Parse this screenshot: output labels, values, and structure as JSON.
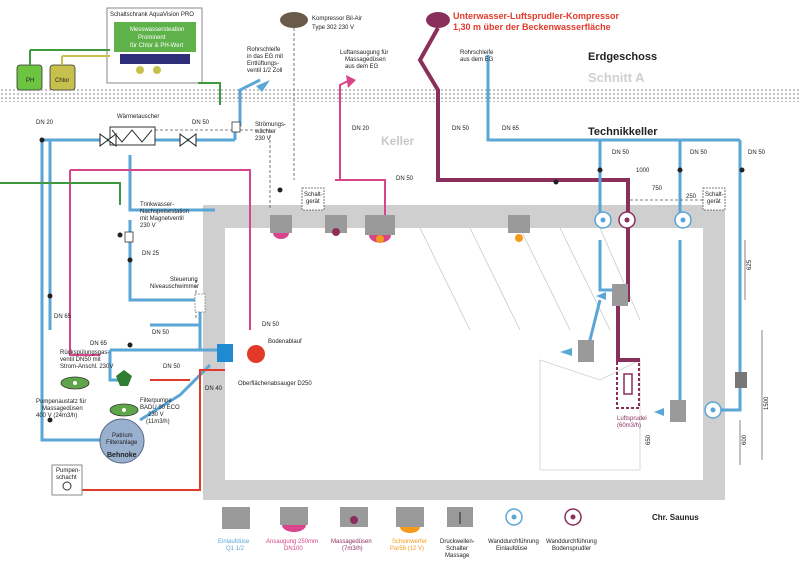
{
  "colors": {
    "blue": "#5aa6d6",
    "purple": "#8a2e5c",
    "pink": "#d8458a",
    "red": "#e23a2a",
    "green": "#3f9a3f",
    "olive": "#c8c04c",
    "orange": "#f59a1b",
    "basin": "#cfcfcf",
    "pump_grey": "#9a9a9a"
  },
  "header": {
    "cabinet_title": "Schaltschrank AquaVision PRO",
    "measurement_title": "Messwassersteation",
    "measurement_l2": "Prominent",
    "measurement_l3": "für Chlor & PH-Wert",
    "tank_ph": "PH",
    "tank_chlor": "Chlor",
    "compressor_label": "Kompressor Bil-Air",
    "compressor_type": "Type 302  230 V",
    "uw_title": "Unterwasser-Luftsprudler-Kompressor",
    "uw_subtitle": "1,30 m über der Beckenwasserfläche",
    "rs_eg_1": "Rohrschleife",
    "rs_eg_2": "in das EG mit",
    "rs_eg_3": "Entlüftungs-",
    "rs_eg_4": "ventil 1/2 Zoll",
    "intake_1": "Luftansaugung für",
    "intake_2": "Massagedüsen",
    "intake_3": "aus dem EG",
    "rs2_1": "Rohrschleife",
    "rs2_2": "aus dem EG",
    "erdgeschoss": "Erdgeschoss",
    "schnitt": "Schnitt A",
    "keller": "Keller",
    "technikkeller": "Technikkeller"
  },
  "labels": {
    "dn20_left": "DN 20",
    "waermetauscher": "Wärmetauscher",
    "dn50_a": "DN 50",
    "stroemung_1": "Strömungs-",
    "stroemung_2": "wächter",
    "stroemung_3": "230 V",
    "dn20_mid": "DN 20",
    "dn50_b": "DN 50",
    "dn65_top": "DN 65",
    "dn50_c": "DN 50",
    "dn50_d": "DN 50",
    "dn50_e": "DN 50",
    "dim_1000": "1000",
    "dim_750": "750",
    "dim_250": "250",
    "schalt_1": "Schalt-",
    "schalt_2": "gerät",
    "schalt_r1": "Schalt-",
    "schalt_r2": "gerät",
    "trink_1": "Trinkwasser-",
    "trink_2": "Nachspeisestation",
    "trink_3": "mit Magnetventil",
    "trink_4": "230 V",
    "dn25": "DN 25",
    "steuer_1": "Steuerung",
    "steuer_2": "Niveauschwimmer",
    "dn65_left": "DN 65",
    "dn50_f": "DN 50",
    "dn65_g": "DN 65",
    "rueck_1": "Rückspülungsgas-",
    "rueck_2": "ventil DN50 mit",
    "rueck_3": "Strom-Anschl. 230V",
    "dn50_h": "DN 50",
    "dn50_j": "DN 50",
    "dn40": "DN 40",
    "bodenablauf": "Bodenablauf",
    "oberflaeche": "Oberflächenabsauger D250",
    "filter_1": "Filterpumpe",
    "filter_2": "BADU 90 ECO",
    "filter_3": "230 V",
    "filter_4": "(11m3/h)",
    "pumpe_1": "Pumpenaustatz für",
    "pumpe_2": "Massagedüsen",
    "pumpe_3": "400 V (24m3/h)",
    "filteranlage_1": "Patrium",
    "filteranlage_2": "Filteranlage",
    "behnoke": "Behnoke",
    "schacht_1": "Pumpen-",
    "schacht_2": "schacht",
    "dim_625": "625",
    "dim_1500": "1500",
    "dim_650": "650",
    "dim_600": "600",
    "luftsprudel_1": "Luftsprudel",
    "luftsprudel_2": "(60m3/h)"
  },
  "legend": {
    "items": [
      {
        "l1": "Einlaufdüse",
        "l2": "Q1 1/2",
        "color": "#5aa6d6"
      },
      {
        "l1": "Ansaugung 250mm",
        "l2": "DN100",
        "color": "#d8458a"
      },
      {
        "l1": "Massagedüsen",
        "l2": "(7m3/h)",
        "color": "#8a2e5c"
      },
      {
        "l1": "Scheinwerfer",
        "l2": "Par56 (12 V)",
        "color": "#f59a1b"
      },
      {
        "l1": "Druckwellen-",
        "l2": "Schalter",
        "l3": "Massage",
        "color": "#222222"
      },
      {
        "l1": "Wanddurchführung",
        "l2": "Einlaufdüse",
        "color": "#222222"
      },
      {
        "l1": "Wanddurchführung",
        "l2": "Bodensprudler",
        "color": "#222222"
      }
    ],
    "brand": "Chr. Saunus"
  }
}
